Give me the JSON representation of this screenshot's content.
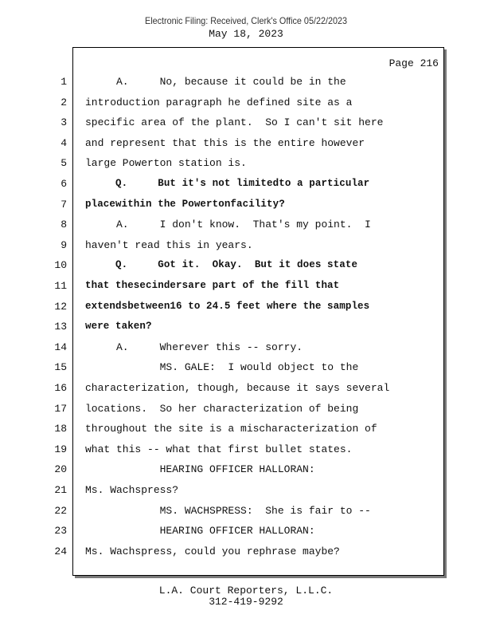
{
  "header": {
    "stamp": "Electronic    Filing:  Received,    Clerk's  Office  05/22/2023",
    "date": "May 18, 2023"
  },
  "page": {
    "label": "Page 216"
  },
  "lines": [
    {
      "n": "1",
      "text": "     A.     No, because it could be in the",
      "bold": false
    },
    {
      "n": "2",
      "text": "introduction paragraph he defined site as a",
      "bold": false
    },
    {
      "n": "3",
      "text": "specific area of the plant.  So I can't sit here",
      "bold": false
    },
    {
      "n": "4",
      "text": "and represent that this is the entire however",
      "bold": false
    },
    {
      "n": "5",
      "text": "large Powerton station is.",
      "bold": false
    },
    {
      "n": "6",
      "text": "     Q.     But it's not limitedto a particular",
      "bold": true
    },
    {
      "n": "7",
      "text": "placewithin the Powertonfacility?",
      "bold": true
    },
    {
      "n": "8",
      "text": "     A.     I don't know.  That's my point.  I",
      "bold": false
    },
    {
      "n": "9",
      "text": "haven't read this in years.",
      "bold": false
    },
    {
      "n": "10",
      "text": "     Q.     Got it.  Okay.  But it does state",
      "bold": true
    },
    {
      "n": "11",
      "text": "that thesecindersare part of the fill that",
      "bold": true
    },
    {
      "n": "12",
      "text": "extendsbetween16 to 24.5 feet where the samples",
      "bold": true
    },
    {
      "n": "13",
      "text": "were taken?",
      "bold": true
    },
    {
      "n": "14",
      "text": "     A.     Wherever this -- sorry.",
      "bold": false
    },
    {
      "n": "15",
      "text": "            MS. GALE:  I would object to the",
      "bold": false
    },
    {
      "n": "16",
      "text": "characterization, though, because it says several",
      "bold": false
    },
    {
      "n": "17",
      "text": "locations.  So her characterization of being",
      "bold": false
    },
    {
      "n": "18",
      "text": "throughout the site is a mischaracterization of",
      "bold": false
    },
    {
      "n": "19",
      "text": "what this -- what that first bullet states.",
      "bold": false
    },
    {
      "n": "20",
      "text": "            HEARING OFFICER HALLORAN:",
      "bold": false
    },
    {
      "n": "21",
      "text": "Ms. Wachspress?",
      "bold": false
    },
    {
      "n": "22",
      "text": "            MS. WACHSPRESS:  She is fair to --",
      "bold": false
    },
    {
      "n": "23",
      "text": "            HEARING OFFICER HALLORAN:",
      "bold": false
    },
    {
      "n": "24",
      "text": "Ms. Wachspress, could you rephrase maybe?",
      "bold": false
    }
  ],
  "footer": {
    "company": "L.A. Court Reporters, L.L.C.",
    "phone": "312-419-9292"
  }
}
